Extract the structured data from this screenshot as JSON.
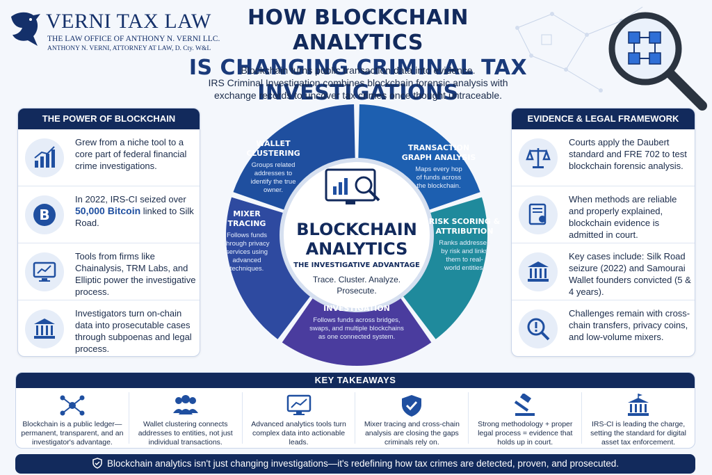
{
  "logo": {
    "firm_name": "VERNI TAX LAW",
    "line1": "THE LAW OFFICE OF ANTHONY N. VERNI LLC.",
    "line2": "ANTHONY N. VERNI, ATTORNEY AT LAW, D. Cty. W&L"
  },
  "title": {
    "line1": "HOW BLOCKCHAIN ANALYTICS",
    "line2": "IS CHANGING CRIMINAL TAX INVESTIGATIONS"
  },
  "subtitle": {
    "line1": "Blockchain turns public transaction data into evidence.",
    "line2": "IRS Criminal Investigation combines blockchain forensic analysis with",
    "line3": "exchange records to uncover tax crimes once thought untraceable."
  },
  "left_panel": {
    "heading": "THE POWER OF BLOCKCHAIN ANALYTICS",
    "items": [
      {
        "icon": "growth-chart-icon",
        "text": "Grew from a niche tool to a core part of federal financial crime investigations."
      },
      {
        "icon": "bitcoin-icon",
        "pre": "In 2022, IRS-CI seized over ",
        "highlight": "50,000 Bitcoin",
        "post": " linked to Silk Road."
      },
      {
        "icon": "monitor-chart-icon",
        "text": "Tools from firms like Chainalysis, TRM Labs, and Elliptic power the investigative process."
      },
      {
        "icon": "courthouse-icon",
        "text": "Investigators turn on-chain data into prosecutable cases through subpoenas and legal process."
      }
    ]
  },
  "right_panel": {
    "heading": "EVIDENCE & LEGAL FRAMEWORK",
    "items": [
      {
        "icon": "scales-icon",
        "text": "Courts apply the Daubert standard and FRE 702 to test blockchain forensic analysis."
      },
      {
        "icon": "certificate-icon",
        "text": "When methods are reliable and properly explained, blockchain evidence is admitted in court."
      },
      {
        "icon": "courthouse-icon",
        "text": "Key cases include: Silk Road seizure (2022) and Samourai Wallet founders convicted (5 & 4 years)."
      },
      {
        "icon": "magnifier-alert-icon",
        "text": "Challenges remain with cross-chain transfers, privacy coins, and low-volume mixers."
      }
    ]
  },
  "wheel": {
    "center_title_line1": "BLOCKCHAIN",
    "center_title_line2": "ANALYTICS",
    "center_subtitle": "THE INVESTIGATIVE ADVANTAGE",
    "center_tagline_line1": "Trace. Cluster. Analyze.",
    "center_tagline_line2": "Prosecute.",
    "segments": [
      {
        "title": [
          "WALLET",
          "CLUSTERING"
        ],
        "desc": [
          "Groups related",
          "addresses to",
          "identify the true",
          "owner."
        ],
        "color": "#1f4f9f"
      },
      {
        "title": [
          "TRANSACTION",
          "GRAPH ANALYSIS"
        ],
        "desc": [
          "Maps every hop",
          "of funds across",
          "the blockchain."
        ],
        "color": "#1d5fb0"
      },
      {
        "title": [
          "RISK SCORING &",
          "ATTRIBUTION"
        ],
        "desc": [
          "Ranks addresses",
          "by risk and links",
          "them to real-",
          "world entities."
        ],
        "color": "#1f8a9c"
      },
      {
        "title": [
          "CROSS-CHAIN",
          "INVESTIGATION"
        ],
        "desc": [
          "Follows funds across bridges,",
          "swaps, and multiple blockchains",
          "as one connected system."
        ],
        "color": "#4a3c9e"
      },
      {
        "title": [
          "MIXER",
          "TRACING"
        ],
        "desc": [
          "Follows funds",
          "through privacy",
          "services using",
          "advanced",
          "techniques."
        ],
        "color": "#2e4aa0"
      }
    ]
  },
  "key_takeaways": {
    "heading": "KEY TAKEAWAYS",
    "items": [
      {
        "icon": "network-icon",
        "text": "Blockchain is a public ledger—permanent, transparent, and an investigator's advantage."
      },
      {
        "icon": "people-icon",
        "text": "Wallet clustering connects addresses to entities, not just individual transactions."
      },
      {
        "icon": "analytics-icon",
        "text": "Advanced analytics tools turn complex data into actionable leads."
      },
      {
        "icon": "shield-check-icon",
        "text": "Mixer tracing and cross-chain analysis are closing the gaps criminals rely on."
      },
      {
        "icon": "gavel-icon",
        "text": "Strong methodology + proper legal process = evidence that holds up in court."
      },
      {
        "icon": "government-building-icon",
        "text": "IRS-CI is leading the charge, setting the standard for digital asset tax enforcement."
      }
    ]
  },
  "footer": {
    "text": "Blockchain analytics isn't just changing investigations—it's redefining how tax crimes are detected, proven, and prosecuted."
  }
}
